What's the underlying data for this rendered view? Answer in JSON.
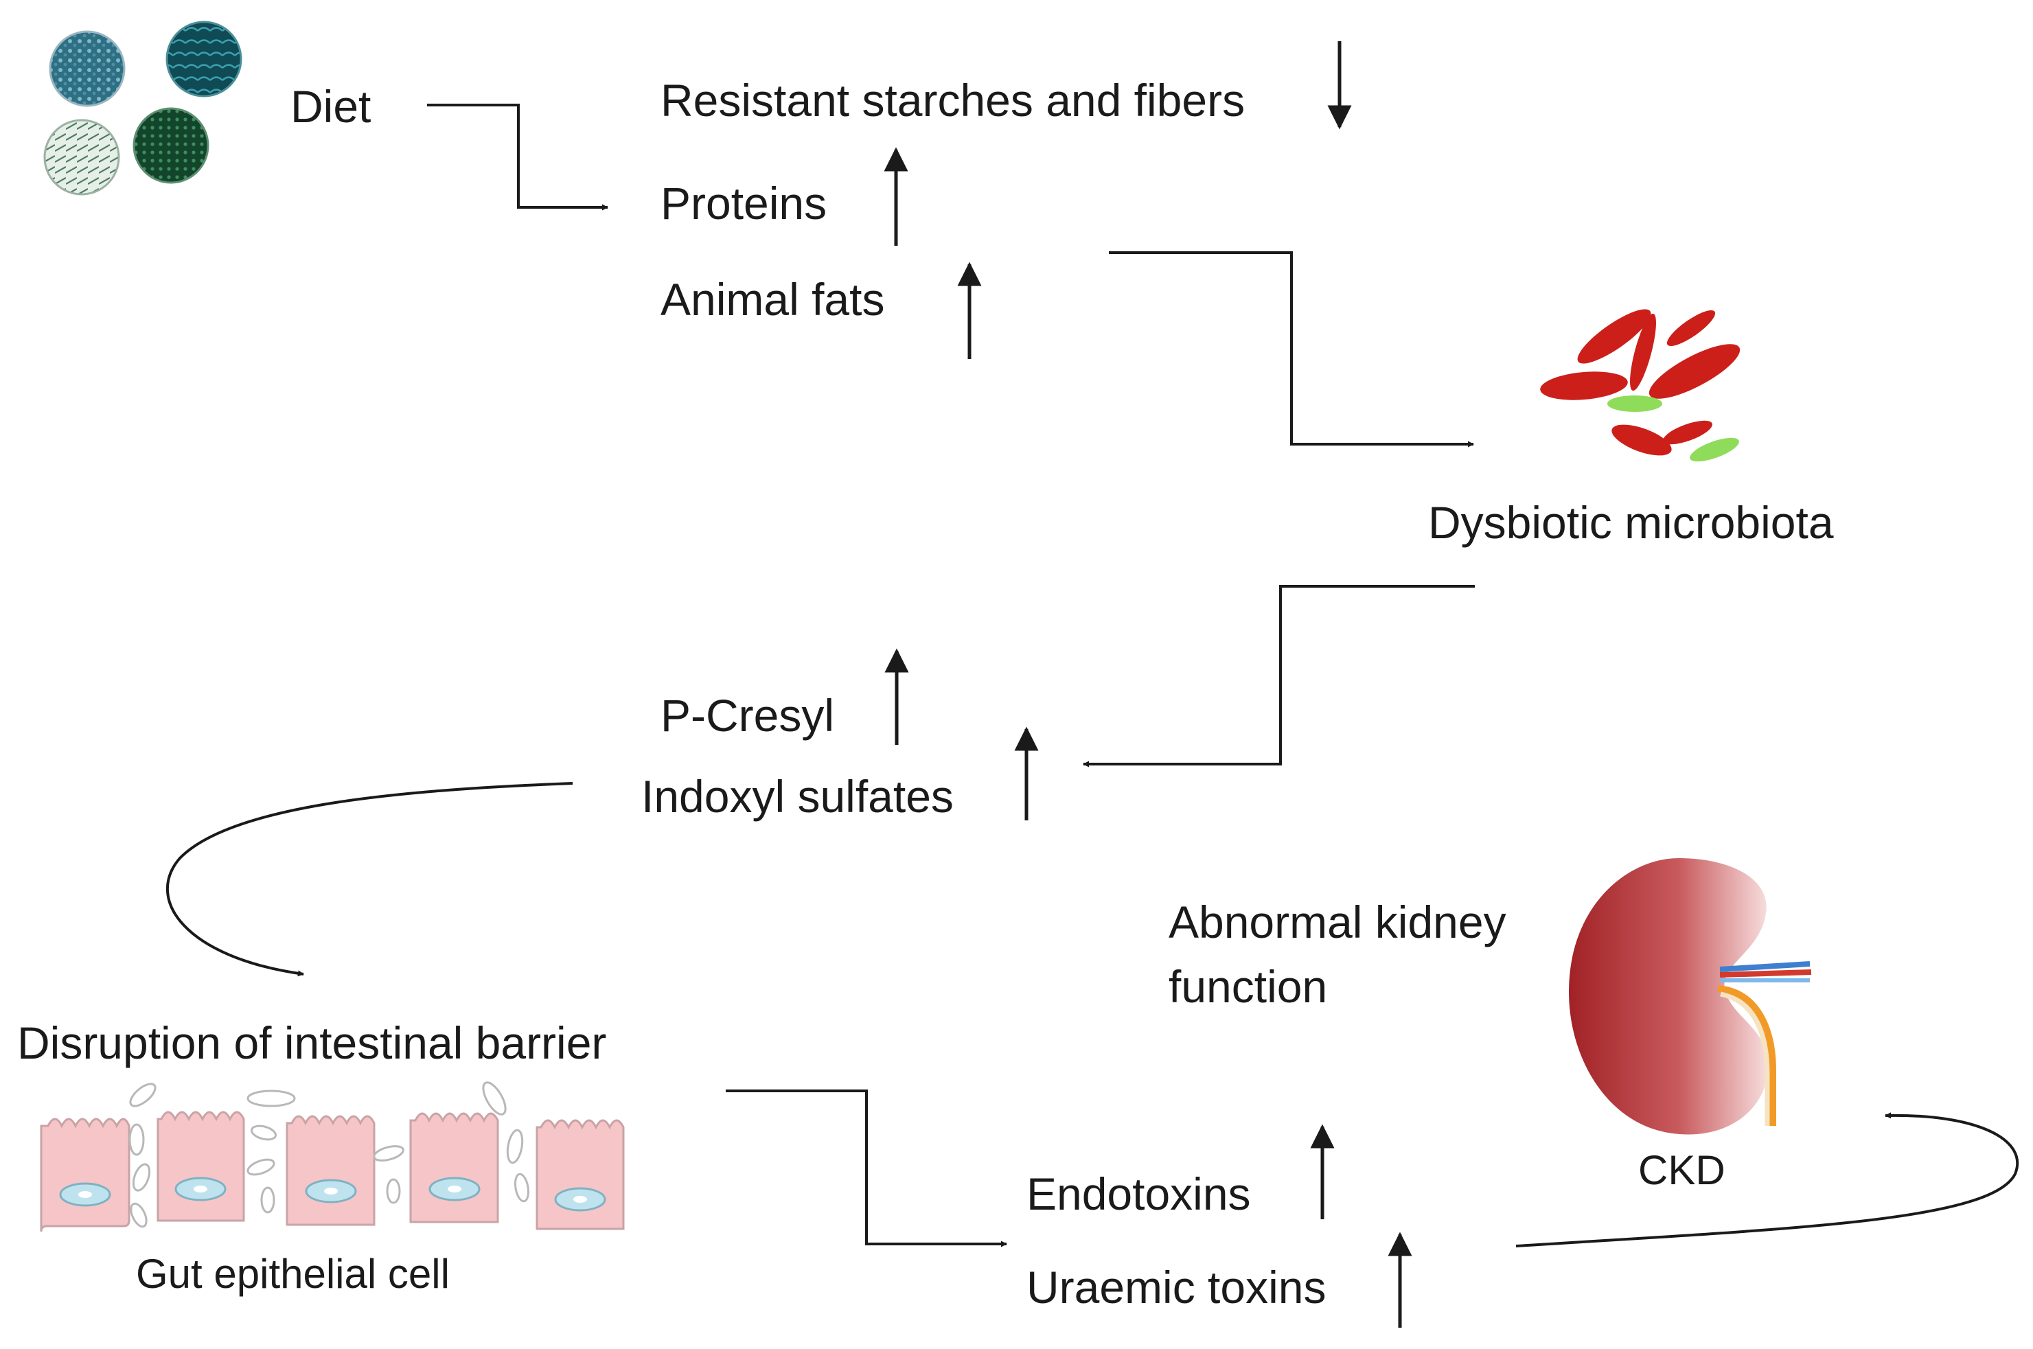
{
  "diet": {
    "label": "Diet"
  },
  "nutrients": {
    "starches": "Resistant starches and fibers",
    "proteins": "Proteins",
    "fats": "Animal fats"
  },
  "microbiota": {
    "label": "Dysbiotic microbiota"
  },
  "solutes": {
    "cresyl": "P-Cresyl",
    "indoxyl": "Indoxyl sulfates"
  },
  "barrier": {
    "label": "Disruption of intestinal barrier",
    "cell_caption": "Gut epithelial cell"
  },
  "toxins": {
    "endotoxins": "Endotoxins",
    "uraemic": "Uraemic toxins"
  },
  "kidney": {
    "function_line1": "Abnormal kidney",
    "function_line2": "function",
    "ckd": "CKD"
  },
  "colors": {
    "bacteria_red": "#cc1f1a",
    "bacteria_green": "#8fdc5a",
    "kidney_dark": "#a8282a",
    "cell_pink": "#f6c5c8",
    "nucleus": "#bfe3ee"
  }
}
